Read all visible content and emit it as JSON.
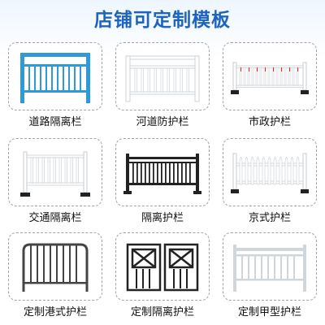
{
  "header": {
    "title": "店铺可定制模板"
  },
  "products": [
    {
      "label": "道路隔离栏",
      "icon": "blue-road-railing-image",
      "color": "#2f9ad8"
    },
    {
      "label": "河道防护栏",
      "icon": "white-river-railing-image",
      "color": "#e9eef2"
    },
    {
      "label": "市政护栏",
      "icon": "municipal-railing-image",
      "color": "#ffffff"
    },
    {
      "label": "交通隔离栏",
      "icon": "traffic-railing-image",
      "color": "#ffffff"
    },
    {
      "label": "隔离护栏",
      "icon": "black-isolation-railing-image",
      "color": "#222222"
    },
    {
      "label": "京式护栏",
      "icon": "picket-railing-image",
      "color": "#ffffff"
    },
    {
      "label": "定制港式护栏",
      "icon": "hk-style-railing-image",
      "color": "#444444"
    },
    {
      "label": "定制隔离护栏",
      "icon": "x-panel-railing-image",
      "color": "#222222"
    },
    {
      "label": "定制甲型护栏",
      "icon": "a-type-railing-image",
      "color": "#d0d7dc"
    }
  ]
}
